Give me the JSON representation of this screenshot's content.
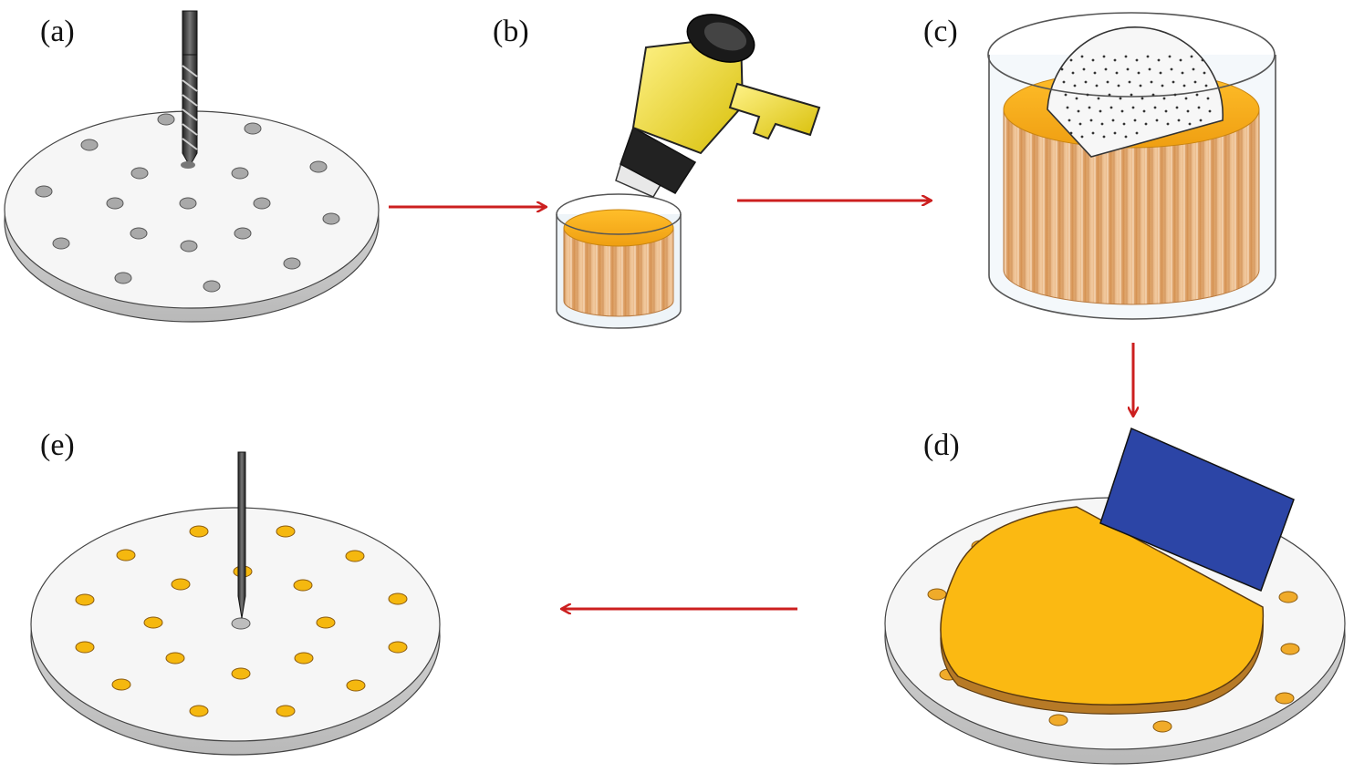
{
  "figure": {
    "panels": [
      {
        "id": "a",
        "label": "(a)"
      },
      {
        "id": "b",
        "label": "(b)"
      },
      {
        "id": "c",
        "label": "(c)"
      },
      {
        "id": "d",
        "label": "(d)"
      },
      {
        "id": "e",
        "label": "(e)"
      }
    ],
    "colors": {
      "arrow": "#cc1f1f",
      "plate_top": "#f6f6f6",
      "plate_edge": "#d2d2d2",
      "hole": "#a9a9a9",
      "filled_hole": "#f5b80f",
      "resin": "#f6a81a",
      "container_wood": "#e8b888",
      "heat_gun": "#f2e21e",
      "scraper": "#2c45a6",
      "drill": "#3a3a3a"
    },
    "flow": [
      "a",
      "b",
      "c",
      "d",
      "e"
    ]
  }
}
